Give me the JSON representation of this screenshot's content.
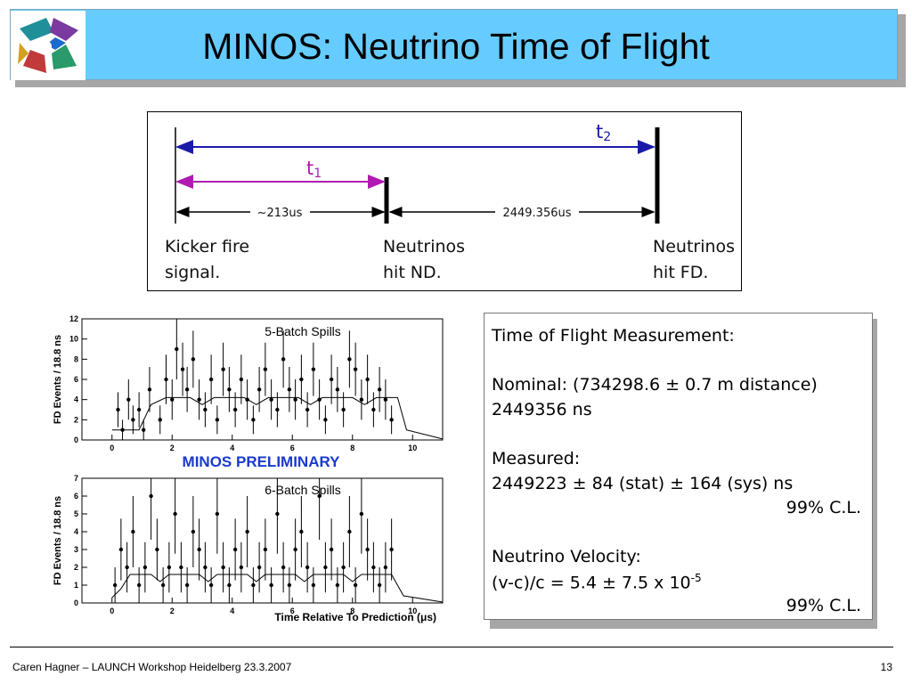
{
  "slide": {
    "title": "MINOS: Neutrino Time of Flight",
    "footer_left": "Caren Hagner – LAUNCH Workshop Heidelberg 23.3.2007",
    "page_number": "13"
  },
  "timing_diagram": {
    "t2_label": "t",
    "t2_sub": "2",
    "t1_label": "t",
    "t1_sub": "1",
    "interval1": "~213us",
    "interval2": "2449.356us",
    "label_kicker": "Kicker fire\nsignal.",
    "label_nd": "Neutrinos\nhit ND.",
    "label_fd": "Neutrinos\nhit FD.",
    "colors": {
      "t2": "#1a1aa8",
      "t1": "#b01ab0"
    }
  },
  "plots": {
    "ylabel": "FD Events / 18.8 ns",
    "xlabel": "Time Relative To Prediction (μs)",
    "preliminary": "MINOS PRELIMINARY",
    "preliminary_color": "#1a3acc",
    "x_ticks": [
      "0",
      "2",
      "4",
      "6",
      "8",
      "10"
    ]
  },
  "chart_data": [
    {
      "type": "scatter",
      "title": "5-Batch Spills",
      "ylabel": "FD Events / 18.8 ns",
      "xlim": [
        -1,
        11
      ],
      "ylim": [
        0,
        12
      ],
      "y_ticks": [
        "0",
        "2",
        "4",
        "6",
        "8",
        "10",
        "12"
      ],
      "x": [
        0.2,
        0.35,
        0.55,
        0.7,
        0.9,
        1.05,
        1.25,
        1.6,
        1.8,
        2.0,
        2.15,
        2.35,
        2.5,
        2.7,
        2.9,
        3.1,
        3.3,
        3.5,
        3.7,
        3.9,
        4.1,
        4.3,
        4.5,
        4.7,
        4.9,
        5.1,
        5.3,
        5.5,
        5.7,
        5.9,
        6.1,
        6.3,
        6.5,
        6.7,
        6.9,
        7.1,
        7.3,
        7.5,
        7.7,
        7.9,
        8.1,
        8.3,
        8.5,
        8.7,
        8.9,
        9.1,
        9.3
      ],
      "y": [
        3,
        1,
        4,
        2,
        3,
        1,
        5,
        2,
        6,
        4,
        9,
        7,
        5,
        8,
        4,
        3,
        6,
        2,
        7,
        5,
        3,
        6,
        4,
        2,
        5,
        7,
        4,
        3,
        8,
        5,
        4,
        6,
        3,
        7,
        4,
        2,
        6,
        5,
        3,
        8,
        7,
        4,
        6,
        3,
        5,
        4,
        2
      ],
      "model": [
        [
          0,
          1
        ],
        [
          0.9,
          1
        ],
        [
          1.3,
          3.5
        ],
        [
          1.8,
          4.2
        ],
        [
          2.6,
          4.2
        ],
        [
          3.0,
          3.5
        ],
        [
          3.4,
          4.2
        ],
        [
          4.4,
          4.2
        ],
        [
          4.8,
          3.5
        ],
        [
          5.2,
          4.2
        ],
        [
          6.2,
          4.2
        ],
        [
          6.6,
          3.5
        ],
        [
          7.0,
          4.2
        ],
        [
          8.0,
          4.2
        ],
        [
          8.4,
          3.5
        ],
        [
          8.8,
          4.2
        ],
        [
          9.5,
          4.2
        ],
        [
          9.8,
          1
        ],
        [
          11,
          0.1
        ]
      ]
    },
    {
      "type": "scatter",
      "title": "6-Batch Spills",
      "ylabel": "FD Events / 18.8 ns",
      "xlabel": "Time Relative To Prediction (μs)",
      "xlim": [
        -1,
        11
      ],
      "ylim": [
        0,
        7
      ],
      "y_ticks": [
        "0",
        "1",
        "2",
        "3",
        "4",
        "5",
        "6",
        "7"
      ],
      "x": [
        0.1,
        0.3,
        0.5,
        0.7,
        0.9,
        1.1,
        1.3,
        1.5,
        1.7,
        1.9,
        2.1,
        2.3,
        2.5,
        2.7,
        2.9,
        3.1,
        3.3,
        3.5,
        3.7,
        3.9,
        4.1,
        4.3,
        4.5,
        4.7,
        4.9,
        5.1,
        5.3,
        5.5,
        5.7,
        5.9,
        6.1,
        6.3,
        6.5,
        6.7,
        6.9,
        7.1,
        7.3,
        7.5,
        7.7,
        7.9,
        8.1,
        8.3,
        8.5,
        8.7,
        8.9,
        9.1,
        9.3
      ],
      "y": [
        1,
        3,
        2,
        4,
        1,
        2,
        6,
        3,
        1,
        2,
        5,
        2,
        1,
        4,
        3,
        2,
        1,
        5,
        2,
        1,
        3,
        2,
        4,
        1,
        2,
        3,
        1,
        5,
        2,
        1,
        3,
        4,
        2,
        1,
        6,
        2,
        3,
        1,
        2,
        4,
        1,
        5,
        3,
        2,
        1,
        2,
        3
      ],
      "model": [
        [
          0,
          0.3
        ],
        [
          0.3,
          0.8
        ],
        [
          0.6,
          1.6
        ],
        [
          1.3,
          1.6
        ],
        [
          1.6,
          1.2
        ],
        [
          1.9,
          1.6
        ],
        [
          2.9,
          1.6
        ],
        [
          3.2,
          1.2
        ],
        [
          3.5,
          1.6
        ],
        [
          4.5,
          1.6
        ],
        [
          4.8,
          1.2
        ],
        [
          5.1,
          1.6
        ],
        [
          6.1,
          1.6
        ],
        [
          6.4,
          1.2
        ],
        [
          6.7,
          1.6
        ],
        [
          7.7,
          1.6
        ],
        [
          8.0,
          1.2
        ],
        [
          8.3,
          1.6
        ],
        [
          9.3,
          1.6
        ],
        [
          9.7,
          0.4
        ],
        [
          11,
          0.05
        ]
      ]
    }
  ],
  "tof_box": {
    "heading": "Time of Flight Measurement:",
    "nominal_line1": "Nominal: (734298.6 ± 0.7 m distance)",
    "nominal_line2": "2449356 ns",
    "measured_label": "Measured:",
    "measured_value": "2449223 ± 84 (stat) ± 164 (sys) ns",
    "cl1": "99% C.L.",
    "velocity_label": "Neutrino Velocity:",
    "velocity_value": "(v-c)/c = 5.4 ± 7.5 x 10",
    "velocity_exp": "-5",
    "cl2": "99% C.L."
  }
}
